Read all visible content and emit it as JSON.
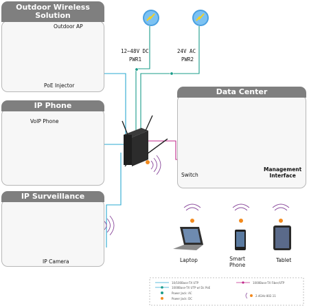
{
  "panels": {
    "outdoor": {
      "title_line1": "Outdoor Wireless",
      "title_line2": "Solution"
    },
    "ip_phone": {
      "title": "IP Phone"
    },
    "surveillance": {
      "title": "IP Surveillance"
    },
    "data_center": {
      "title": "Data Center"
    }
  },
  "labels": {
    "outdoor_ap": "Outdoor AP",
    "poe_injector": "PoE Injector",
    "voip_phone": "VoIP Phone",
    "ip_camera": "IP Camera",
    "switch": "Switch",
    "management_interface_line1": "Management",
    "management_interface_line2": "Interface",
    "pwr1_voltage": "12~48V DC",
    "pwr1_name": "PWR1",
    "pwr2_voltage": "24V AC",
    "pwr2_name": "PWR2",
    "laptop": "Laptop",
    "smart_phone_line1": "Smart",
    "smart_phone_line2": "Phone",
    "tablet": "Tablet"
  },
  "legend": {
    "items": [
      {
        "text": "10/100Base-TX UTP"
      },
      {
        "text": "1000Base-TX UTP w/ Dc PoE"
      },
      {
        "text": "Power Jack: AC"
      },
      {
        "text": "Power Jack: DC"
      },
      {
        "text": "1000Base-TX Fiber/UTP"
      },
      {
        "text": "2.4GHz 802.11"
      }
    ]
  },
  "colors": {
    "panel_tab": "#7f7f7f",
    "cyan_link": "#29a8d0",
    "teal_link": "#1a9c8a",
    "magenta_link": "#c0268a",
    "wireless": "#8a4a9c",
    "orange_badge": "#f28a1e"
  }
}
